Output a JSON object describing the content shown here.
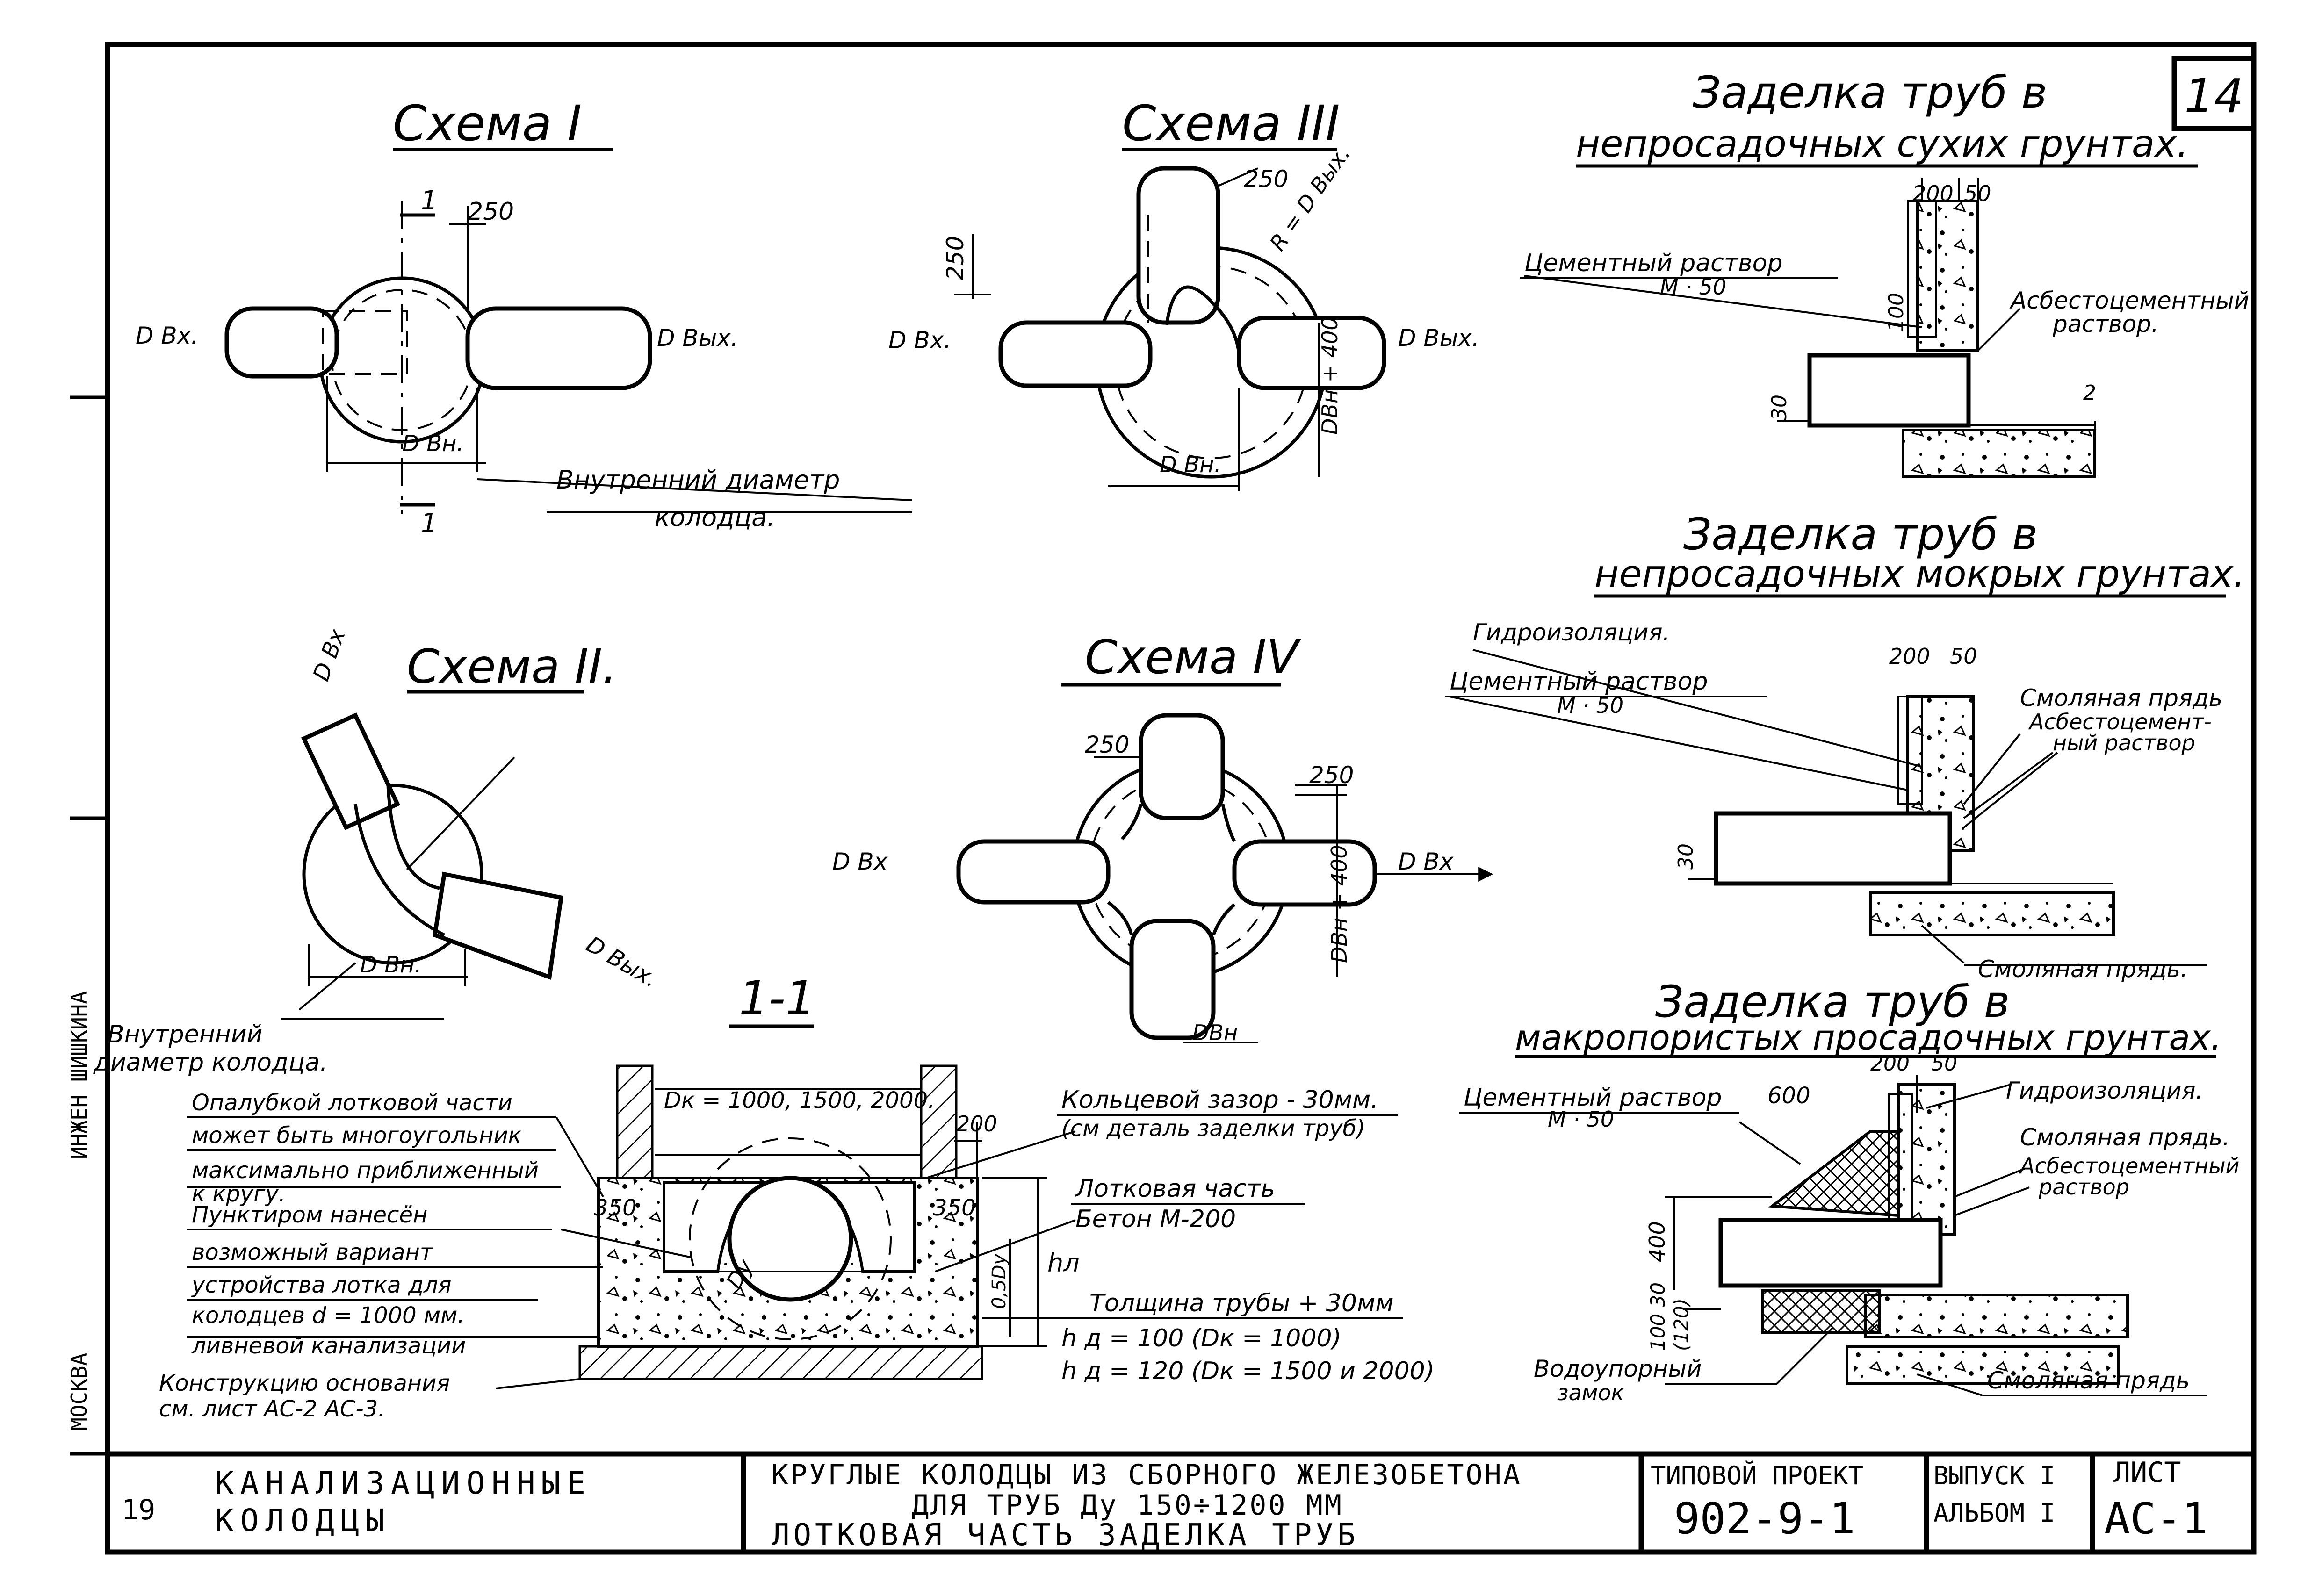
{
  "sheet": {
    "number": "14",
    "title_block": {
      "series_name_1": "КАНАЛИЗАЦИОННЫЕ",
      "series_name_2": "КОЛОДЦЫ",
      "series_prefix": "19",
      "drawing_title_1": "КРУГЛЫЕ  КОЛОДЦЫ  ИЗ  СБОРНОГО  ЖЕЛЕЗОБЕТОНА",
      "drawing_title_2": "ДЛЯ  ТРУБ  Ду 150÷1200 ММ",
      "drawing_title_3": "ЛОТКОВАЯ  ЧАСТЬ  ЗАДЕЛКА  ТРУБ",
      "project_label": "ТИПОВОЙ ПРОЕКТ",
      "project_number": "902-9-1",
      "issue_label": "ВЫПУСК I",
      "album_label": "АЛЬБОМ I",
      "sheet_label": "ЛИСТ",
      "sheet_code": "АС-1"
    },
    "margin": {
      "city": "МОСКВА",
      "signature_label": "ИНЖЕН  ШИШКИНА"
    }
  },
  "scheme1": {
    "title": "Схема I",
    "label_in": "D Вх.",
    "label_out": "D Вых.",
    "label_inner": "D Вн.",
    "dim_250": "250",
    "section_mark": "1",
    "note_line1": "Внутренний  диаметр",
    "note_line2": "колодца."
  },
  "scheme2": {
    "title": "Схема II.",
    "label_in": "D Вх",
    "label_out": "D Вых.",
    "label_inner": "D Вн.",
    "note_line1": "Внутренний",
    "note_line2": "диаметр колодца."
  },
  "scheme3": {
    "title": "Схема III",
    "label_in": "D Вх.",
    "label_out": "D Вых.",
    "label_inner": "D Вн.",
    "dim_250_top": "250",
    "dim_250_side": "250",
    "dim_r": "R = D Вых.",
    "dim_dvn400": "DВн + 400"
  },
  "scheme4": {
    "title": "Схема IV",
    "label_in": "D Вх",
    "label_out": "D Вх",
    "label_dvn": "DВн",
    "dim_250_left": "250",
    "dim_250_right": "250",
    "dim_dvn400": "DВн + 400"
  },
  "section11": {
    "title": "1-1",
    "dim_dk": "Dк = 1000, 1500, 2000.",
    "dim_200": "200",
    "dim_350_left": "350",
    "dim_350_right": "350",
    "dim_dy": "Dу",
    "dim_050": "0,5Dу",
    "dim_hl": "hл",
    "left_notes": [
      "Опалубкой лотковой части",
      "может быть многоугольник",
      "максимально приближенный",
      "к кругу.",
      "Пунктиром нанесён",
      "возможный  вариант",
      "устройства  лотка для",
      "колодцев  d = 1000 мм.",
      "ливневой  канализации"
    ],
    "base_note_1": "Конструкцию основания",
    "base_note_2": "см. лист  АС-2  АС-3.",
    "right_notes": {
      "gap_1": "Кольцевой зазор - 30мм.",
      "gap_2": "(см деталь заделки труб)",
      "tray_1": "Лотковая часть",
      "tray_2": "Бетон  М-200",
      "pipe_thick": "Толщина трубы + 30мм",
      "hd1": "h д = 100 (Dк = 1000)",
      "hd2": "h д = 120 (Dк = 1500 и 2000)"
    }
  },
  "detail_dry": {
    "title_1": "Заделка труб в",
    "title_2": "непросадочных сухих грунтах.",
    "dim_200": "200",
    "dim_50": "50",
    "dim_100": "100",
    "dim_30": "30",
    "dim_2": "2",
    "mortar_1": "Цементный раствор",
    "mortar_2": "М · 50",
    "asb_1": "Асбестоцементный",
    "asb_2": "раствор."
  },
  "detail_wet": {
    "title_1": "Заделка труб в",
    "title_2": "непросадочных мокрых грунтах.",
    "waterproof": "Гидроизоляция.",
    "mortar_1": "Цементный раствор",
    "mortar_2": "М · 50",
    "dim_200": "200",
    "dim_50": "50",
    "dim_30": "30",
    "resin_1": "Смоляная прядь",
    "asb_1": "Асбестоцемент-",
    "asb_2": "ный раствор",
    "resin_2": "Смоляная прядь."
  },
  "detail_macro": {
    "title_1": "Заделка труб в",
    "title_2": "макропористых просадочных грунтах.",
    "mortar_1": "Цементный раствор",
    "mortar_2": "М · 50",
    "dim_600": "600",
    "dim_200": "200",
    "dim_50": "50",
    "dim_400": "400",
    "dim_100_30": "100 30",
    "dim_120": "(120)",
    "waterproof": "Гидроизоляция.",
    "resin_1": "Смоляная прядь.",
    "asb_1": "Асбестоцементный",
    "asb_2": "раствор",
    "lock_1": "Водоупорный",
    "lock_2": "замок",
    "resin_2": "Смоляная прядь"
  }
}
